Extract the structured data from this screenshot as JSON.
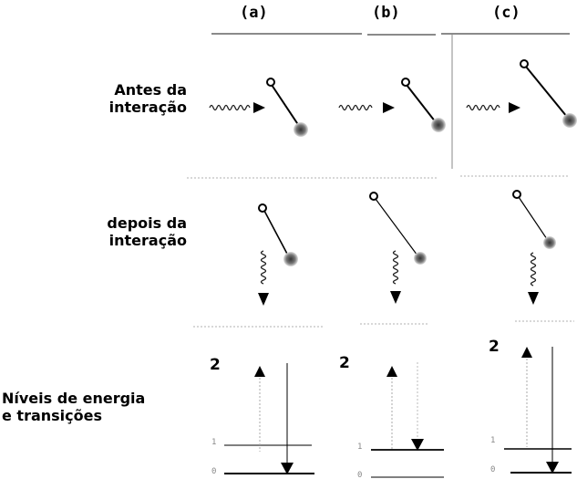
{
  "columns": [
    {
      "label": "(a)"
    },
    {
      "label": "(b)"
    },
    {
      "label": "(c)"
    }
  ],
  "rows": {
    "before": {
      "line1": "Antes da",
      "line2": "interação"
    },
    "after": {
      "line1": "depois da",
      "line2": "interação"
    },
    "levels": {
      "line1": "Níveis de  energia",
      "line2": "e transições"
    }
  },
  "level_labels": {
    "upper": "2",
    "middle": "1",
    "lower": "0"
  }
}
